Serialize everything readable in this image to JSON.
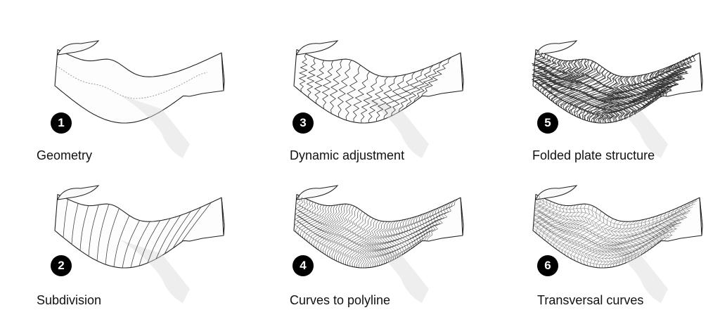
{
  "steps": [
    {
      "number": "1",
      "label": "Geometry",
      "style": "smooth"
    },
    {
      "number": "2",
      "label": "Subdivision",
      "style": "subdivided"
    },
    {
      "number": "3",
      "label": "Dynamic adjustment",
      "style": "zigzag"
    },
    {
      "number": "4",
      "label": "Curves to polyline",
      "style": "dense"
    },
    {
      "number": "5",
      "label": "Folded plate structure",
      "style": "folded"
    },
    {
      "number": "6",
      "label": "Transversal curves",
      "style": "transversal"
    }
  ]
}
